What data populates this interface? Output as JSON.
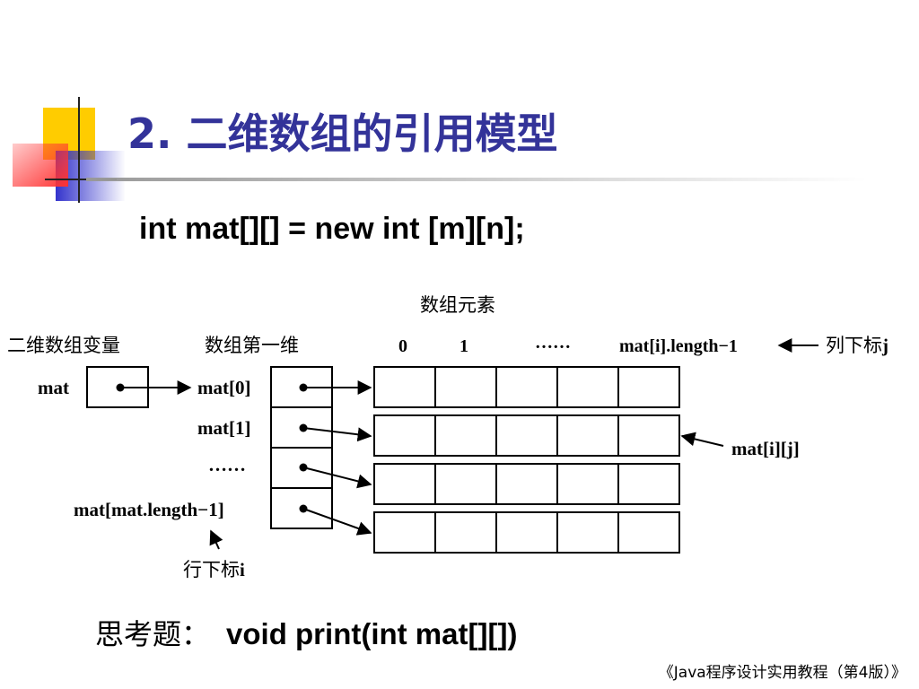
{
  "slide": {
    "title_number": "2.",
    "title_text": "二维数组的引用模型",
    "code_line": "int mat[][] = new int [m][n];",
    "question_label": "思考题：",
    "question_code": "void print(int mat[][])",
    "footer": "《Java程序设计实用教程（第4版）》"
  },
  "diagram": {
    "elements_label": "数组元素",
    "var_label": "二维数组变量",
    "first_dim_label": "数组第一维",
    "var_name": "mat",
    "col_index_0": "0",
    "col_index_1": "1",
    "col_ellipsis": "……",
    "col_last": "mat[i].length−1",
    "col_subscript_label": "列下标",
    "col_subscript_var": "j",
    "row_labels": [
      "mat[0]",
      "mat[1]",
      "……",
      "mat[mat.length−1]"
    ],
    "element_label": "mat[i][j]",
    "row_subscript_label": "行下标",
    "row_subscript_var": "i"
  },
  "colors": {
    "title": "#333399",
    "deco_yellow": "#FFCC00",
    "deco_blue": "#3333CC",
    "deco_red": "#FF3333"
  }
}
